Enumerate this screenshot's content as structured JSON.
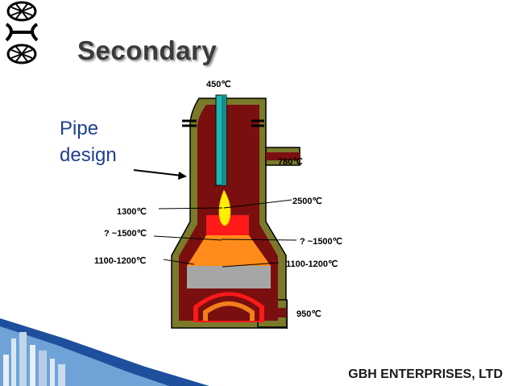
{
  "slide": {
    "title": "Secondary",
    "pipe_label_line1": "Pipe",
    "pipe_label_line2": "design",
    "brand": "GBH ENTERPRISES, LTD"
  },
  "temperatures": {
    "top": "450℃",
    "upper_side_outlet": "780℃",
    "flame": "2500℃",
    "left_flame_zone": "1300℃",
    "left_mixing": "? ~1500℃",
    "right_mixing": "? ~1500℃",
    "left_bed_top": "1100-1200℃",
    "right_bed_top": "1100-1200℃",
    "bottom_outlet": "950℃"
  },
  "colors": {
    "shell": "#7a7a2a",
    "lining": "#7a0f0f",
    "flame_zone": "#ff1a1a",
    "mixing_zone": "#ff8c1a",
    "catalyst": "#a6a6a6",
    "burner": "#1fb5b5",
    "flame": "#ffee00",
    "title": "#3b3b3b",
    "pipe_label": "#1f3f8f"
  }
}
